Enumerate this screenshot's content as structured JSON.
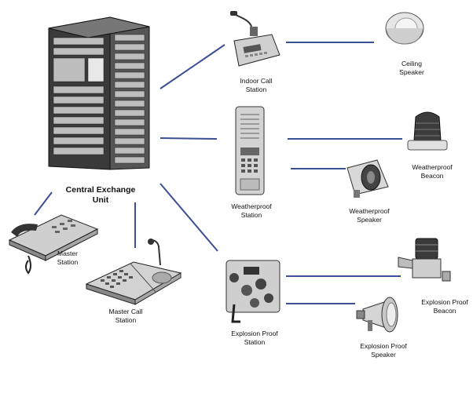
{
  "labels": {
    "central": "Central Exchange\nUnit",
    "indoor": "Indoor Call\nStation",
    "ceiling": "Ceiling\nSpeaker",
    "weather_station": "Weatherproof\nStation",
    "weather_beacon": "Weatherproof\nBeacon",
    "weather_speaker": "Weatherproof\nSpeaker",
    "master_station": "Master\nStation",
    "master_call": "Master Call\nStation",
    "explosion_station": "Explosion Proof\nStation",
    "explosion_beacon": "Explosion Proof\nBeacon",
    "explosion_speaker": "Explosion Proof\nSpeaker"
  },
  "colors": {
    "connector": "#3b4f95",
    "device_dark": "#2f2f2f",
    "device_mid": "#8a8a8a",
    "device_light": "#d6d6d6"
  }
}
